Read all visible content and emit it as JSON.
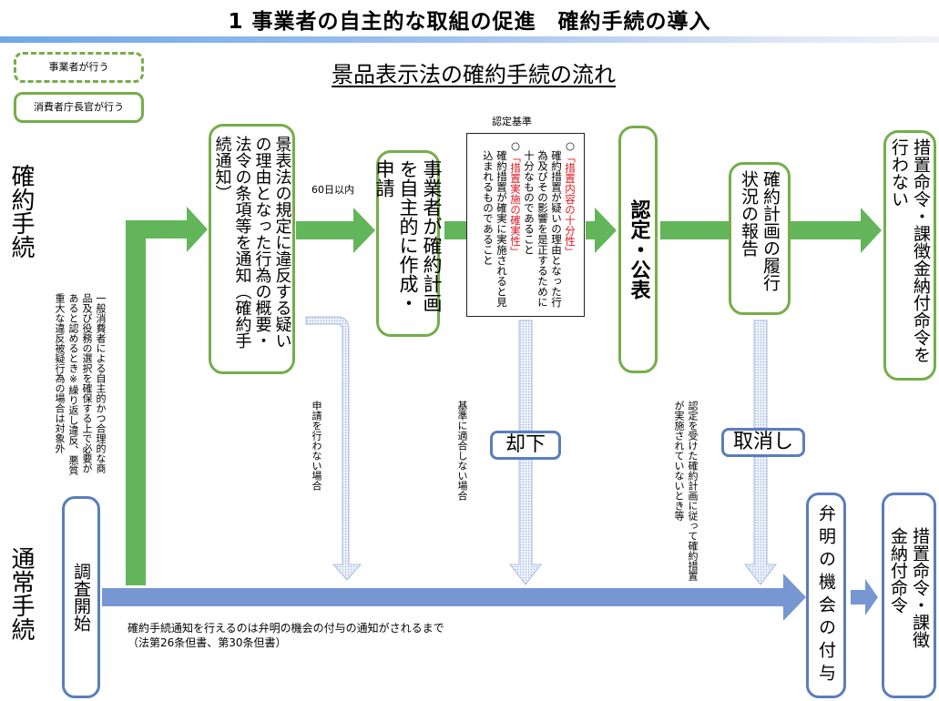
{
  "header": {
    "title": "1 事業者の自主的な取組の促進　確約手続の導入",
    "subtitle": "景品表示法の確約手続の流れ"
  },
  "legend": {
    "business": "事業者が行う",
    "agency": "消費者庁長官が行う"
  },
  "lanes": {
    "commitment": "確約手続",
    "normal": "通常手続"
  },
  "colors": {
    "green_arrow": "#63b55a",
    "green_border": "#76ad4a",
    "blue_arrow": "#7697d2",
    "blue_border": "#5a7dbd",
    "red_text": "#e0161d"
  },
  "notes": {
    "condition": "一般消費者による自主的かつ合理的な商品及び役務の選択を確保する上で必要があると認めるとき※繰り返し違反、悪質重大な違反被疑行為の場合は対象外",
    "sixty_days": "60日以内",
    "no_application": "申請を行わない場合",
    "not_meet_criteria": "基準に適合しない場合",
    "not_implemented": "認定を受けた確約計画に従って確約措置が実施されていないとき等",
    "notification_limit_line1": "確約手続通知を行えるのは弁明の機会の付与の通知がされるまで",
    "notification_limit_line2": "（法第26条但書、第30条但書）"
  },
  "flow": {
    "notice": "景表法の規定に違反する疑いの理由となった行為の概要・法令の条項等を通知（確約手続通知）",
    "plan": "事業者が確約計画を自主的に作成・申請",
    "criteria_label": "認定基準",
    "criteria": {
      "item1_mark": "○",
      "item1_title": "「措置内容の十分性」",
      "item1_body": "確約措置が疑いの理由となった行為及びその影響を是正するために十分なものであること",
      "item2_mark": "○",
      "item2_title": "「措置実施の確実性」",
      "item2_body": "確約措置が確実に実施されると見込まれるものであること"
    },
    "approval": "認定・公表",
    "report": "確約計画の履行状況の報告",
    "no_order": "措置命令・課徴金納付命令を行わない",
    "investigation": "調査開始",
    "hearing": "弁明の機会の付与",
    "order": "措置命令・課徴金納付命令"
  },
  "tags": {
    "reject": "却下",
    "revoke": "取消し"
  }
}
